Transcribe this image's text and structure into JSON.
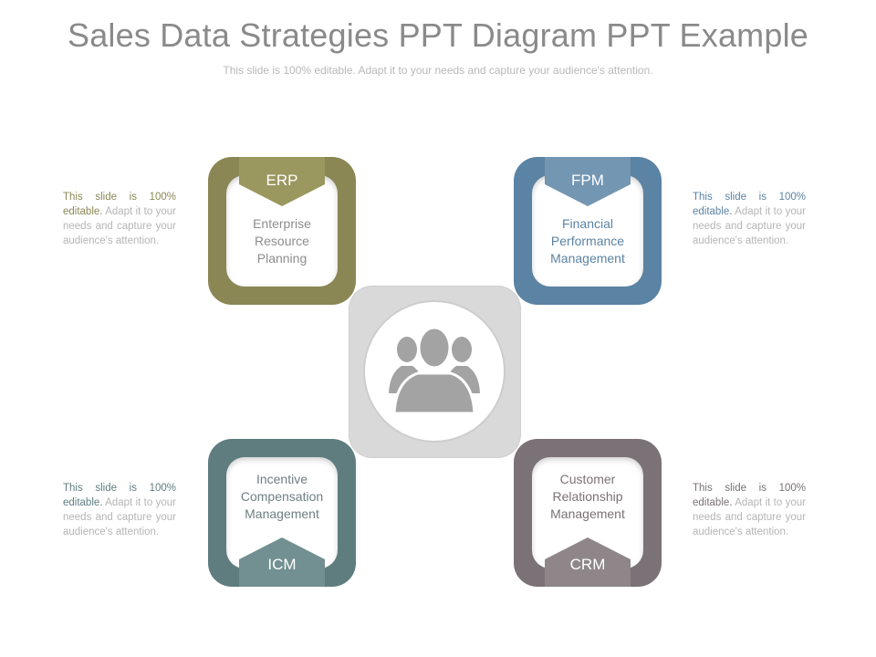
{
  "title": "Sales Data Strategies PPT Diagram PPT Example",
  "subtitle": "This slide is 100% editable. Adapt it to your needs and capture your audience's attention.",
  "blocks": [
    {
      "abbr": "ERP",
      "lines": [
        "Enterprise",
        "Resource",
        "Planning"
      ],
      "color": "#8a8755",
      "tab_color": "#9a975f",
      "text_color": "#8d8d8d"
    },
    {
      "abbr": "FPM",
      "lines": [
        "Financial",
        "Performance",
        "Management"
      ],
      "color": "#5b83a3",
      "tab_color": "#7396b2",
      "text_color": "#5b83a3"
    },
    {
      "abbr": "ICM",
      "lines": [
        "Incentive",
        "Compensation",
        "Management"
      ],
      "color": "#5f7d7f",
      "tab_color": "#728f91",
      "text_color": "#6f7f80"
    },
    {
      "abbr": "CRM",
      "lines": [
        "Customer",
        "Relationship",
        "Management"
      ],
      "color": "#7a7276",
      "tab_color": "#8e8689",
      "text_color": "#7a7276"
    }
  ],
  "notes": [
    {
      "lead": "This slide is 100% editable.",
      "rest": " Adapt it to your needs and capture your audience's attention.",
      "lead_color": "#8a8755"
    },
    {
      "lead": "This slide is 100% editable.",
      "rest": " Adapt it to your needs and capture your audience's attention.",
      "lead_color": "#5b83a3"
    },
    {
      "lead": "This slide is 100% editable.",
      "rest": " Adapt it to your needs and capture your audience's attention.",
      "lead_color": "#5f7d7f"
    },
    {
      "lead": "This slide is 100% editable.",
      "rest": " Adapt it to your needs and capture your audience's attention.",
      "lead_color": "#7a7276"
    }
  ],
  "center_icon": "people-group-icon"
}
